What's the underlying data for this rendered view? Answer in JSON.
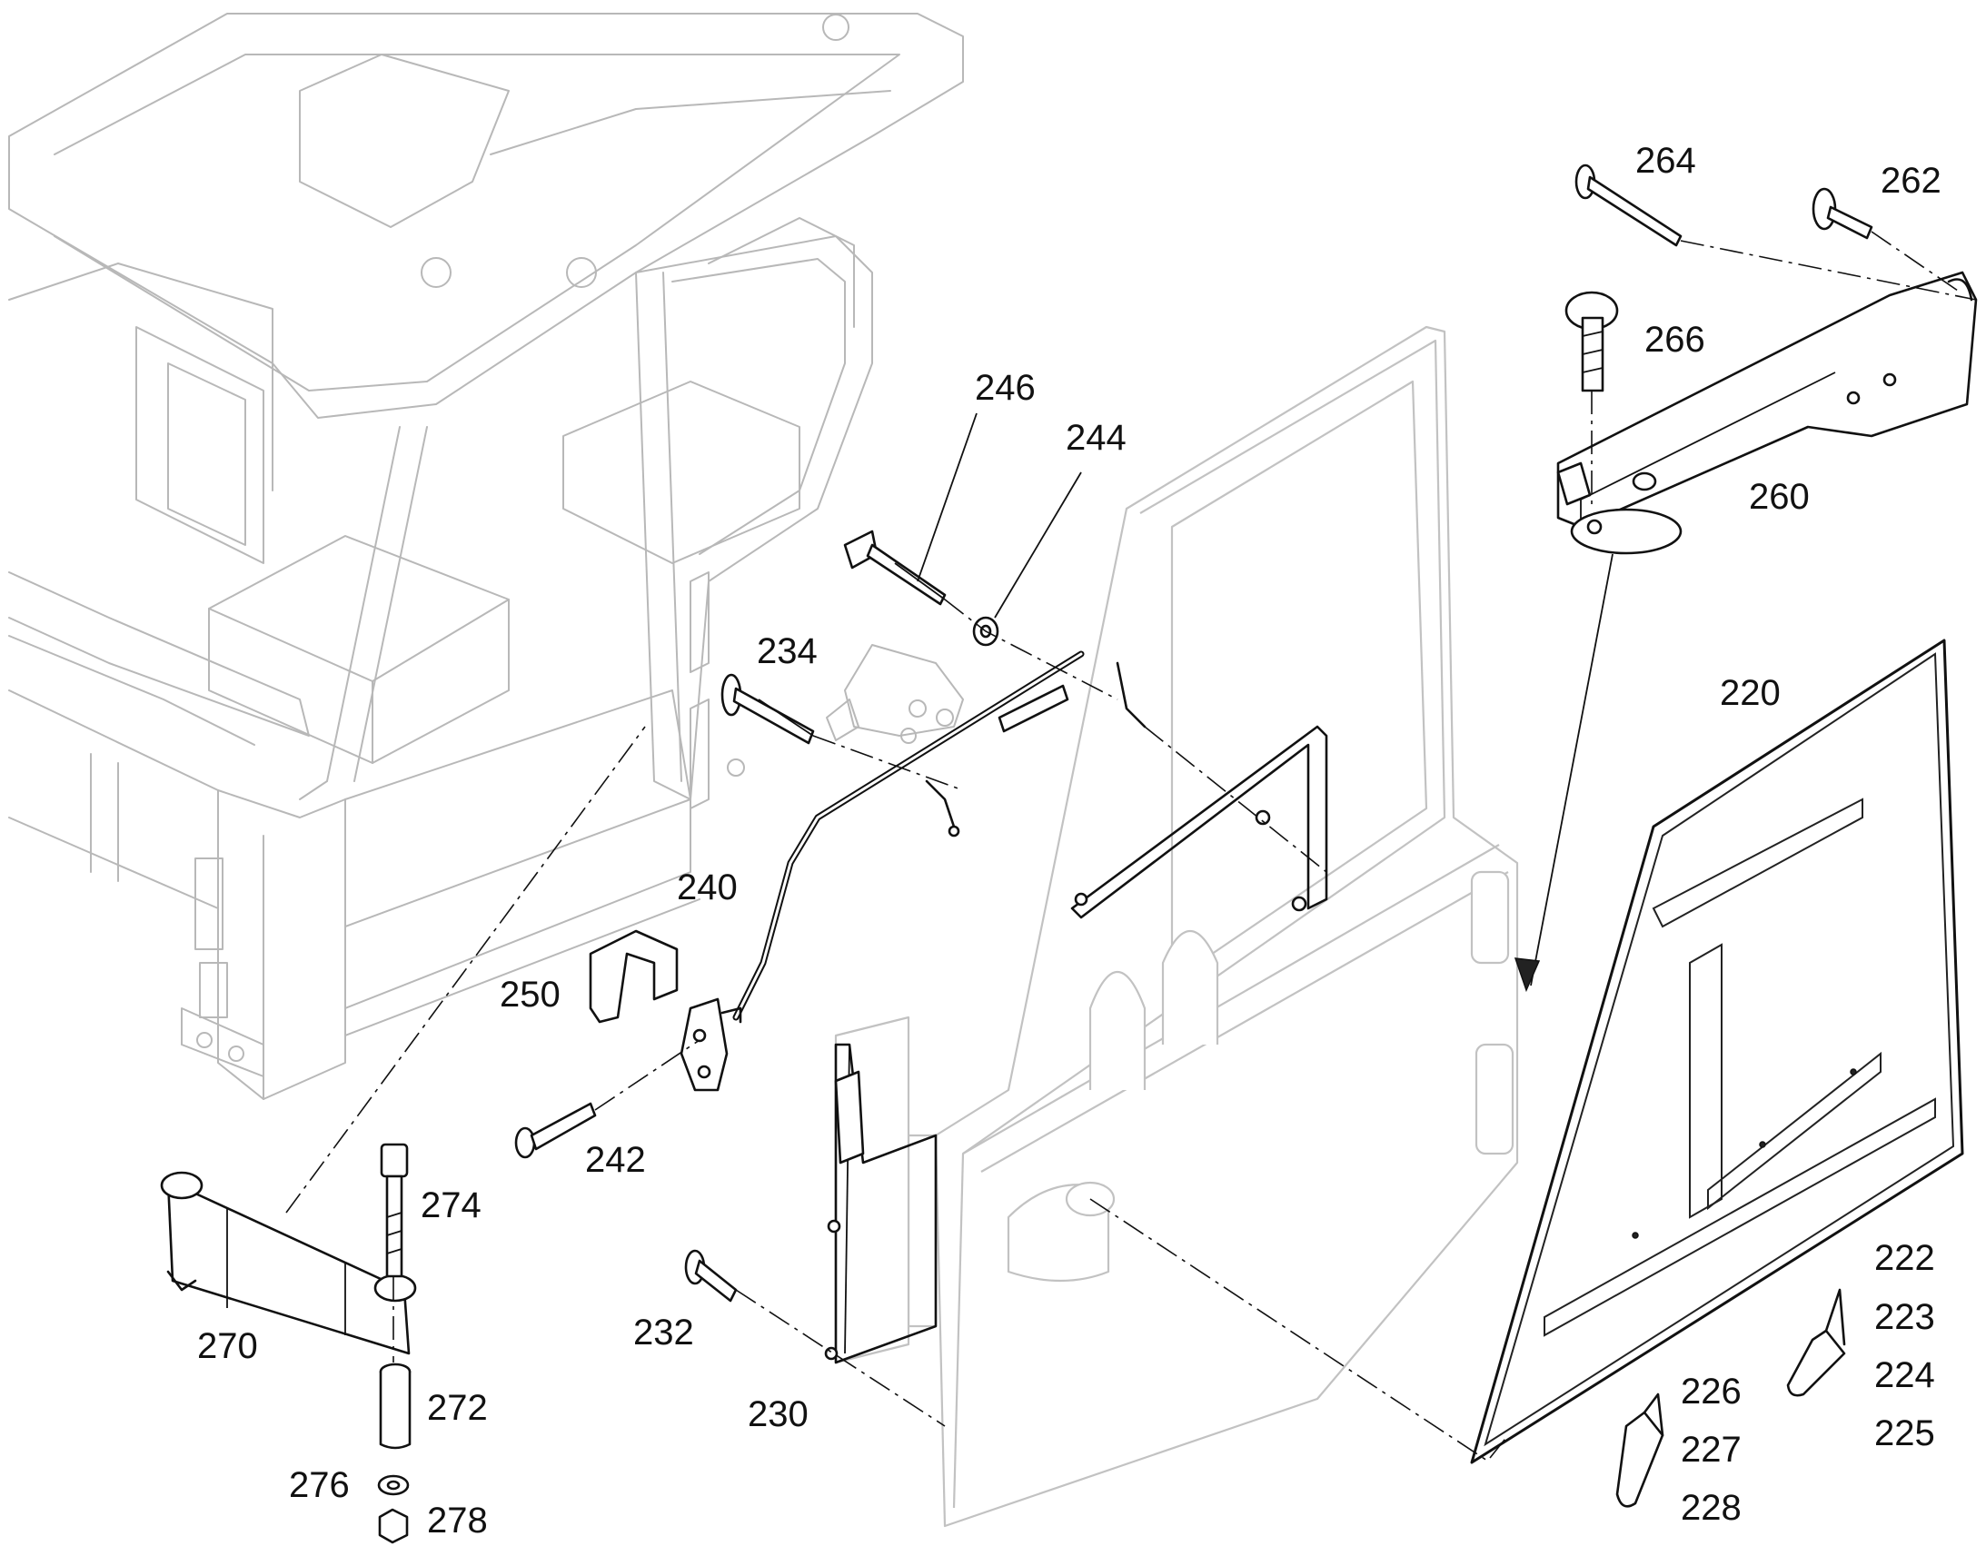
{
  "callouts": [
    {
      "id": "c264",
      "label": "264"
    },
    {
      "id": "c262",
      "label": "262"
    },
    {
      "id": "c266",
      "label": "266"
    },
    {
      "id": "c260",
      "label": "260"
    },
    {
      "id": "c246",
      "label": "246"
    },
    {
      "id": "c244",
      "label": "244"
    },
    {
      "id": "c234",
      "label": "234"
    },
    {
      "id": "c220",
      "label": "220"
    },
    {
      "id": "c240",
      "label": "240"
    },
    {
      "id": "c250",
      "label": "250"
    },
    {
      "id": "c242",
      "label": "242"
    },
    {
      "id": "c274",
      "label": "274"
    },
    {
      "id": "c270",
      "label": "270"
    },
    {
      "id": "c272",
      "label": "272"
    },
    {
      "id": "c276",
      "label": "276"
    },
    {
      "id": "c278",
      "label": "278"
    },
    {
      "id": "c232",
      "label": "232"
    },
    {
      "id": "c230",
      "label": "230"
    },
    {
      "id": "c222",
      "label": "222"
    },
    {
      "id": "c223",
      "label": "223"
    },
    {
      "id": "c224",
      "label": "224"
    },
    {
      "id": "c225",
      "label": "225"
    },
    {
      "id": "c226",
      "label": "226"
    },
    {
      "id": "c227",
      "label": "227"
    },
    {
      "id": "c228",
      "label": "228"
    }
  ],
  "parts": {
    "cab": "cab-frame",
    "door": "door",
    "glass": "door-glass-panel",
    "stay": "door-stay-arm",
    "handle": "door-handle-rod",
    "latch": "door-latch",
    "check": "door-check-link"
  }
}
